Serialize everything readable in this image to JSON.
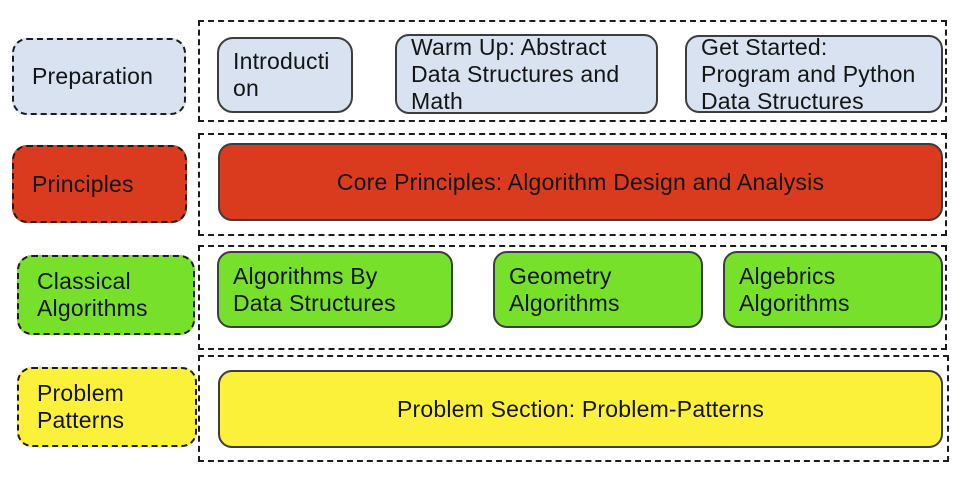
{
  "palette": {
    "stage_blue": "#d8e2f0",
    "stage_red": "#da3a1e",
    "stage_green": "#77e02a",
    "stage_yellow": "#fbf13b"
  },
  "diagram": {
    "rows": [
      {
        "stage": "Preparation",
        "items": [
          "Introducti\non",
          "Warm Up: Abstract\nData Structures and\nMath",
          "Get Started:\nProgram and Python\nData Structures"
        ]
      },
      {
        "stage": "Principles",
        "items": [
          "Core Principles: Algorithm Design and Analysis"
        ]
      },
      {
        "stage": "Classical\nAlgorithms",
        "items": [
          "Algorithms By\nData Structures",
          "Geometry\nAlgorithms",
          "Algebrics\nAlgorithms"
        ]
      },
      {
        "stage": "Problem\nPatterns",
        "items": [
          "Problem Section: Problem-Patterns"
        ]
      }
    ]
  }
}
